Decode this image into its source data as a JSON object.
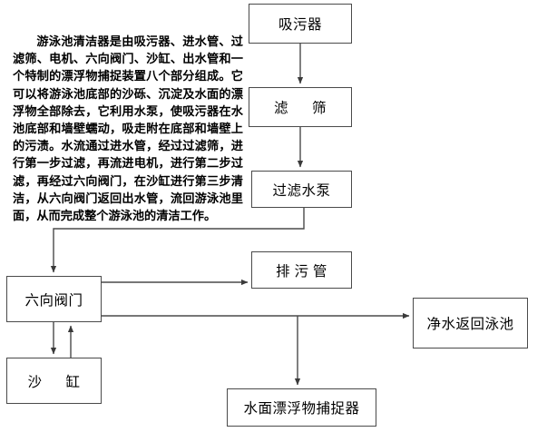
{
  "document": {
    "paragraph": "游泳池清洁器是由吸污器、进水管、过滤筛、电机、六向阀门、沙缸、出水管和一个特制的漂浮物捕捉装置八个部分组成。它可以将游泳池底部的沙砾、沉淀及水面的漂浮物全部除去，它利用水泵，使吸污器在水池底部和墙壁蠕动，吸走附在底部和墙壁上的污渍。水流通过进水管，经过过滤筛，进行第一步过滤，再流进电机，进行第二步过滤，再经过六向阀门，在沙缸进行第三步清洁，从六向阀门返回出水管，流回游泳池里面，从而完成整个游泳池的清洁工作。"
  },
  "flowchart": {
    "nodes": [
      {
        "id": "suction",
        "label": "吸污器"
      },
      {
        "id": "screen",
        "label_part1": "滤",
        "label_part2": "筛",
        "label": "滤　　筛"
      },
      {
        "id": "pump",
        "label": "过滤水泵"
      },
      {
        "id": "sixvalve",
        "label": "六向阀门"
      },
      {
        "id": "sandtank",
        "label_part1": "沙",
        "label_part2": "缸",
        "label": "沙　　缸"
      },
      {
        "id": "drain",
        "label": "排 污 管"
      },
      {
        "id": "return",
        "label": "净水返回泳池"
      },
      {
        "id": "skimmer",
        "label": "水面漂浮物捕捉器"
      }
    ],
    "edges": [
      {
        "from": "suction",
        "to": "screen",
        "kind": "straight-down"
      },
      {
        "from": "screen",
        "to": "pump",
        "kind": "straight-down"
      },
      {
        "from": "pump",
        "to": "sixvalve",
        "kind": "down-left-down"
      },
      {
        "from": "sixvalve",
        "to": "drain",
        "kind": "straight-right"
      },
      {
        "from": "sixvalve",
        "to": "return",
        "kind": "straight-right"
      },
      {
        "from": "sixvalve",
        "to": "skimmer",
        "kind": "right-then-down"
      },
      {
        "from": "sixvalve",
        "to": "sandtank",
        "kind": "straight-down"
      },
      {
        "from": "sandtank",
        "to": "sixvalve",
        "kind": "straight-up"
      }
    ],
    "colors": {
      "line": "#4a4a4a",
      "box_border": "#4a4a4a",
      "box_fill": "#ffffff",
      "text": "#000000",
      "background": "#ffffff"
    }
  }
}
